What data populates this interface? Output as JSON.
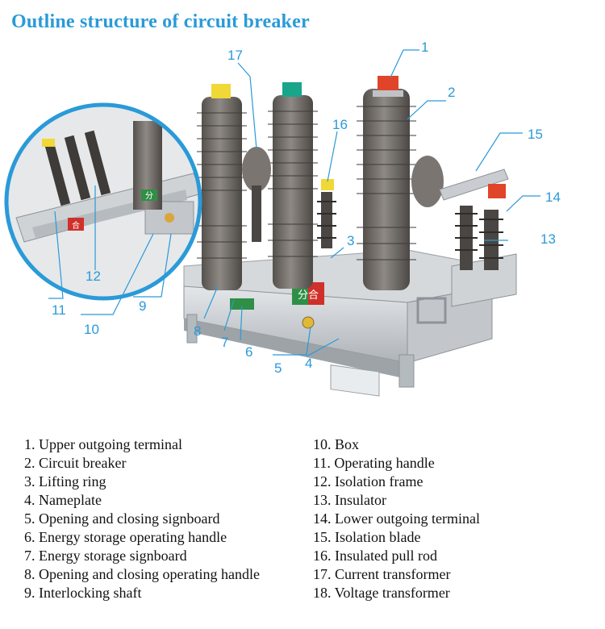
{
  "title": "Outline structure of circuit breaker",
  "callouts": [
    "1",
    "2",
    "3",
    "4",
    "5",
    "6",
    "7",
    "8",
    "9",
    "10",
    "11",
    "12",
    "13",
    "14",
    "15",
    "16",
    "17"
  ],
  "legend_left": [
    "1. Upper outgoing terminal",
    "2. Circuit breaker",
    "3. Lifting ring",
    "4. Nameplate",
    "5. Opening and closing signboard",
    "6. Energy storage operating handle",
    "7. Energy storage signboard",
    "8. Opening and closing operating handle",
    "9. Interlocking shaft"
  ],
  "legend_right": [
    "10. Box",
    "11. Operating handle",
    "12. Isolation frame",
    "13. Insulator",
    "14. Lower outgoing terminal",
    "15. Isolation blade",
    "16. Insulated pull rod",
    "17. Current transformer",
    "18. Voltage transformer"
  ],
  "signs": {
    "open_close": "分合",
    "inset_open": "分",
    "inset_close": "合"
  },
  "colors": {
    "accent": "#2a9ad8",
    "insulator": "#6e6a66",
    "frame": "#c9cdd1",
    "terminal_red": "#e0452a",
    "terminal_green": "#18a58a",
    "terminal_yellow": "#f0d836"
  }
}
